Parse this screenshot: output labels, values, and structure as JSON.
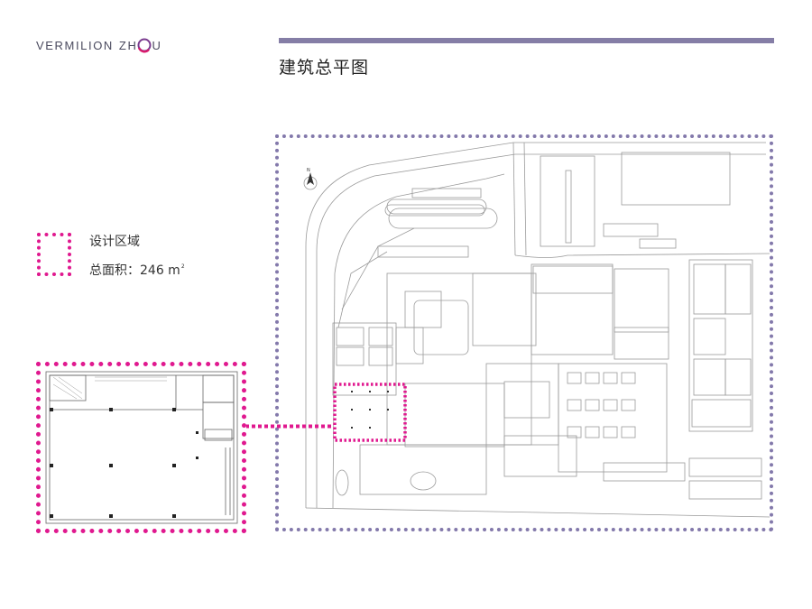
{
  "logo": {
    "prefix": "VERMILION",
    "suffix_start": "ZH",
    "suffix_end": "U"
  },
  "header": {
    "title": "建筑总平图"
  },
  "legend": {
    "title": "设计区域",
    "area_label": "总面积：246 m",
    "area_unit_sup": "2"
  },
  "colors": {
    "highlight": "#e0198f",
    "frame": "#8379ab",
    "bar": "#857ea6",
    "plan_line": "#9a9a9a"
  },
  "site_plan": {
    "north_label": "N"
  }
}
